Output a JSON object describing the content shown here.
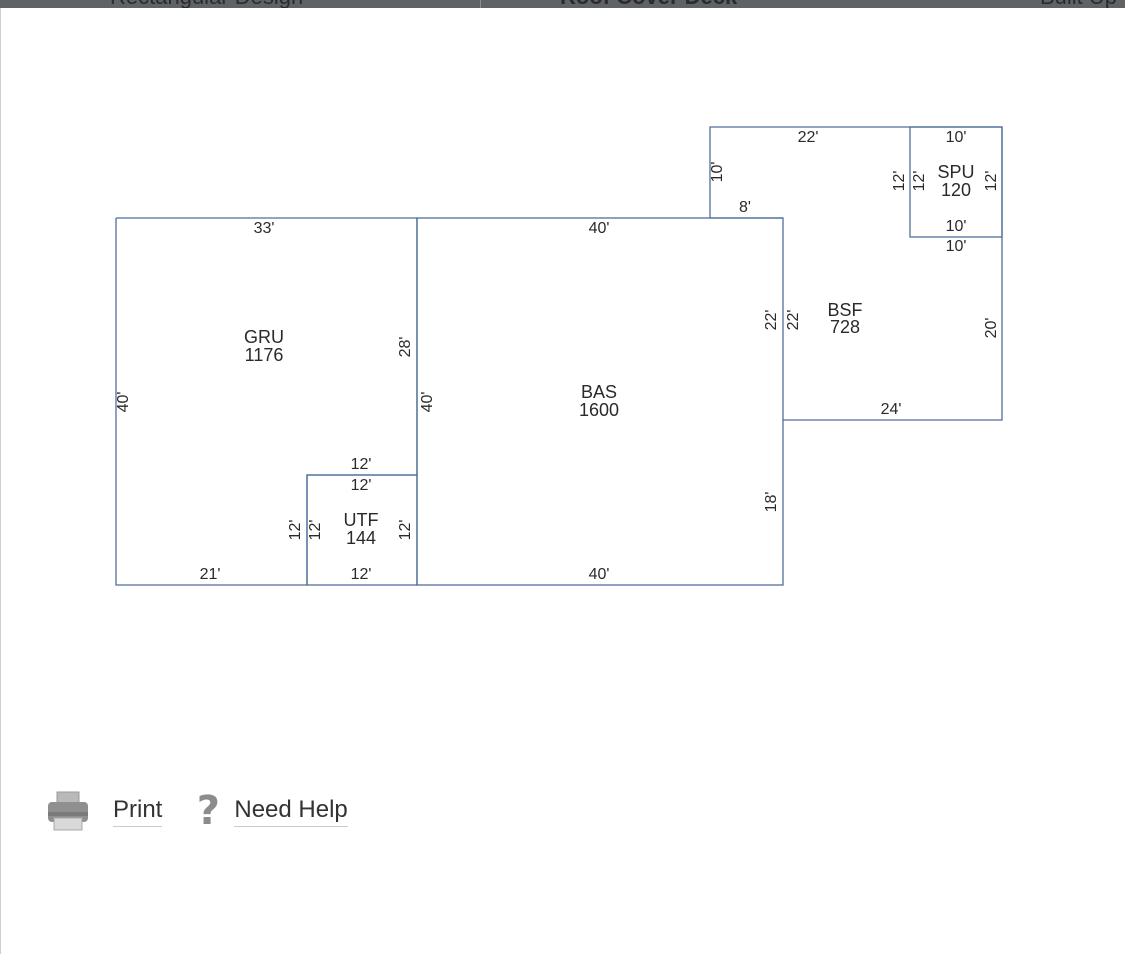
{
  "header": {
    "columns": [
      "Rectangular Design",
      "Roof Cover Deck",
      "Built Up"
    ]
  },
  "sketch": {
    "areas": [
      {
        "code": "GRU",
        "size": "1176"
      },
      {
        "code": "BAS",
        "size": "1600"
      },
      {
        "code": "UTF",
        "size": "144"
      },
      {
        "code": "BSF",
        "size": "728"
      },
      {
        "code": "SPU",
        "size": "120"
      }
    ],
    "dimensions": {
      "gru_top": "33'",
      "gru_left": "40'",
      "gru_right": "28'",
      "gru_bottom": "21'",
      "utf_top_outer": "12'",
      "utf_top_inner": "12'",
      "utf_left_outer": "12'",
      "utf_left_inner": "12'",
      "utf_right": "12'",
      "utf_bottom": "12'",
      "bas_top": "40'",
      "bas_left": "40'",
      "bas_bottom": "40'",
      "bas_right": "18'",
      "bsf_top": "22'",
      "bsf_left": "10'",
      "bsf_step": "8'",
      "bsf_left_lower_a": "22'",
      "bsf_left_lower_b": "22'",
      "bsf_right": "20'",
      "bsf_bottom": "24'",
      "spu_top": "10'",
      "spu_left_outer": "12'",
      "spu_left_inner": "12'",
      "spu_right": "12'",
      "spu_bottom_inner": "10'",
      "spu_bottom_outer": "10'"
    }
  },
  "footer": {
    "print_label": "Print",
    "help_label": "Need Help",
    "help_icon_glyph": "?",
    "print_icon": "printer-icon",
    "help_icon": "question-mark-icon"
  },
  "colors": {
    "line": "#4f6f9a",
    "top_strip": "#5f6266",
    "icon_gray": "#8c8c8c"
  }
}
